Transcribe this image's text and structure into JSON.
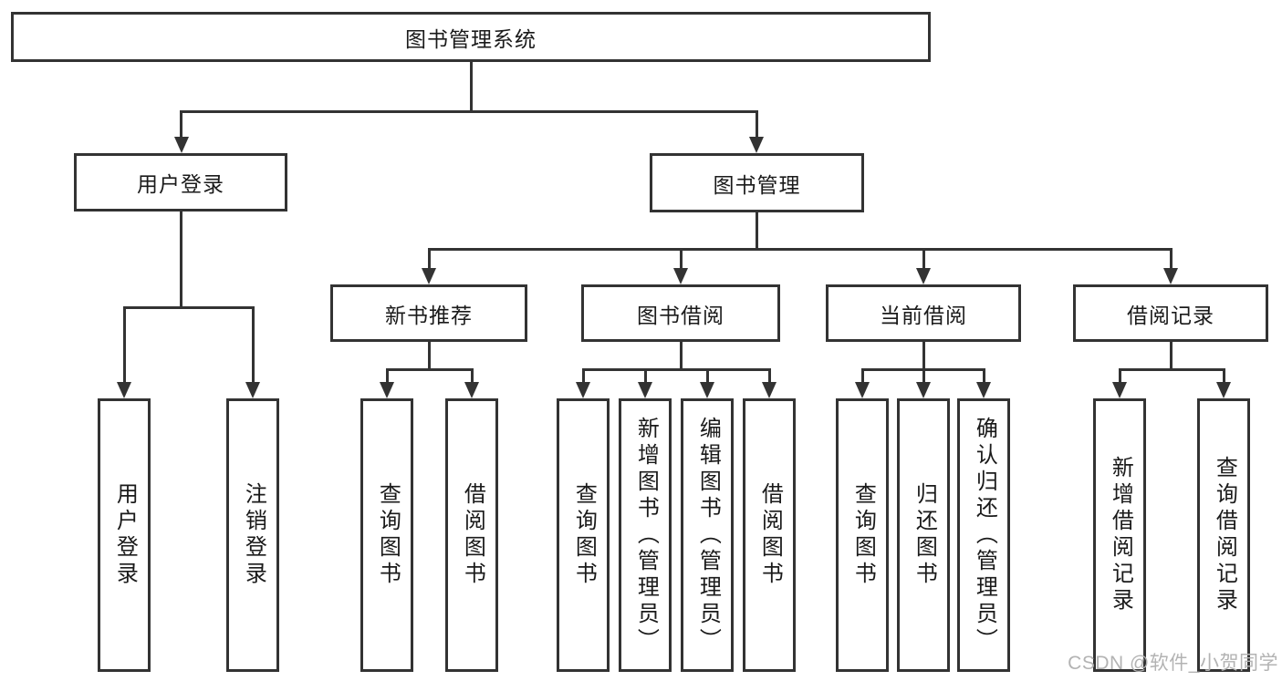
{
  "tree": {
    "label": "图书管理系统",
    "children": [
      {
        "label": "用户登录",
        "children": [
          {
            "label": "用户登录"
          },
          {
            "label": "注销登录"
          }
        ]
      },
      {
        "label": "图书管理",
        "children": [
          {
            "label": "新书推荐",
            "children": [
              {
                "label": "查询图书"
              },
              {
                "label": "借阅图书"
              }
            ]
          },
          {
            "label": "图书借阅",
            "children": [
              {
                "label": "查询图书"
              },
              {
                "label": "新增图书（管理员）"
              },
              {
                "label": "编辑图书（管理员）"
              },
              {
                "label": "借阅图书"
              }
            ]
          },
          {
            "label": "当前借阅",
            "children": [
              {
                "label": "查询图书"
              },
              {
                "label": "归还图书"
              },
              {
                "label": "确认归还（管理员）"
              }
            ]
          },
          {
            "label": "借阅记录",
            "children": [
              {
                "label": "新增借阅记录"
              },
              {
                "label": "查询借阅记录"
              }
            ]
          }
        ]
      }
    ]
  },
  "watermark": "CSDN @软件_小贺同学",
  "colors": {
    "line": "#333333",
    "text": "#1a1a1a",
    "watermark": "#b3b3b3",
    "background": "#ffffff"
  }
}
